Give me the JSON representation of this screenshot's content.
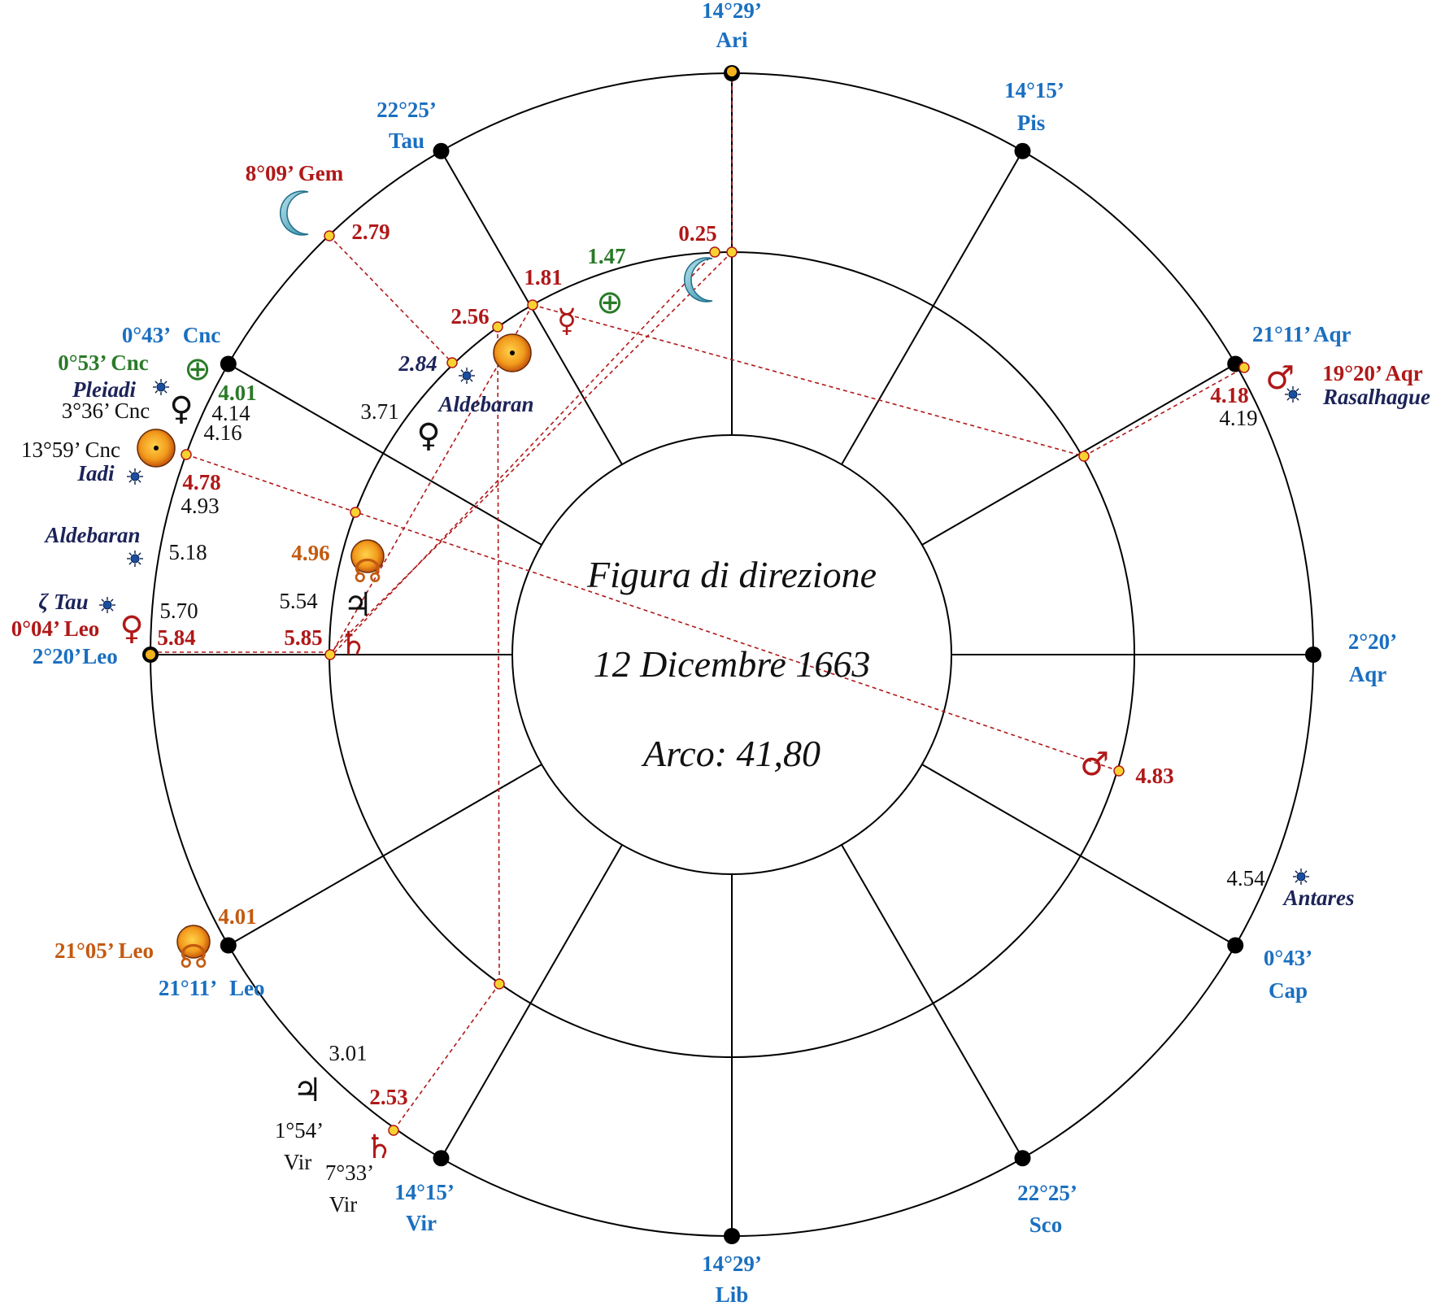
{
  "center_text": {
    "line1": "Figura di direzione",
    "line2": "12 Dicembre 1663",
    "line3": "Arco: 41,80"
  },
  "colors": {
    "cusp_label": "#1a6fc0",
    "arc_label": "#b01818",
    "part_label": "#2a7a28",
    "star_label": "#1c2358",
    "sun_label": "#c35a10",
    "line": "#000000",
    "direction_line": "#b01818"
  },
  "cusps": [
    {
      "deg": "14°29’",
      "sign": "Ari"
    },
    {
      "deg": "14°15’",
      "sign": "Pis"
    },
    {
      "deg": "21°11’",
      "sign": "Aqr"
    },
    {
      "deg": "2°20’",
      "sign": "Aqr"
    },
    {
      "deg": "0°43’",
      "sign": "Cap"
    },
    {
      "deg": "22°25’",
      "sign": "Sco"
    },
    {
      "deg": "14°29’",
      "sign": "Lib"
    },
    {
      "deg": "14°15’",
      "sign": "Vir"
    },
    {
      "deg": "21°11’",
      "sign": "Leo"
    },
    {
      "deg": "2°20’",
      "sign": "Leo"
    },
    {
      "deg": "0°43’",
      "sign": "Cnc"
    },
    {
      "deg": "22°25’",
      "sign": "Tau"
    }
  ],
  "positions": {
    "moon_gem": "8°09’ Gem",
    "fortuna_cnc": "0°53’ Cnc",
    "venus_cnc": "3°36’ Cnc",
    "sun_cnc": "13°59’ Cnc",
    "venus_leo": "0°04’ Leo",
    "mars_aqr": "19°20’ Aqr",
    "sun_leo": "21°05’  Leo",
    "jupiter_vir": "1°54’",
    "jupiter_vir_sign": "Vir",
    "saturn_vir": "7°33’",
    "saturn_vir_sign": "Vir"
  },
  "arc_values": {
    "a025": "0.25",
    "a147": "1.47",
    "a181": "1.81",
    "a256": "2.56",
    "a279": "2.79",
    "a284": "2.84",
    "a371": "3.71",
    "a401_cnc": "4.01",
    "a414": "4.14",
    "a416": "4.16",
    "a478": "4.78",
    "a493": "4.93",
    "a518": "5.18",
    "a554": "5.54",
    "a570": "5.70",
    "a584": "5.84",
    "a585": "5.85",
    "a496": "4.96",
    "a418": "4.18",
    "a419": "4.19",
    "a483": "4.83",
    "a454": "4.54",
    "a401_leo": "4.01",
    "a301": "3.01",
    "a253": "2.53"
  },
  "stars": {
    "pleiadi": "Pleiadi",
    "iadi": "Iadi",
    "aldebaran_outer": "Aldebaran",
    "zeta_tau": "ζ Tau",
    "aldebaran_inner": "Aldebaran",
    "rasalhague": "Rasalhague",
    "antares": "Antares"
  },
  "glyphs": {
    "mercury": "☿",
    "venus": "♀",
    "mars": "♂",
    "jupiter": "♃",
    "saturn": "♄",
    "fortuna": "⊕",
    "ascendant_node": "☊"
  },
  "icons": {
    "moon": "moon-crescent-icon",
    "sun": "sun-disc-icon",
    "star": "fixed-star-icon",
    "point": "direction-point-icon"
  }
}
